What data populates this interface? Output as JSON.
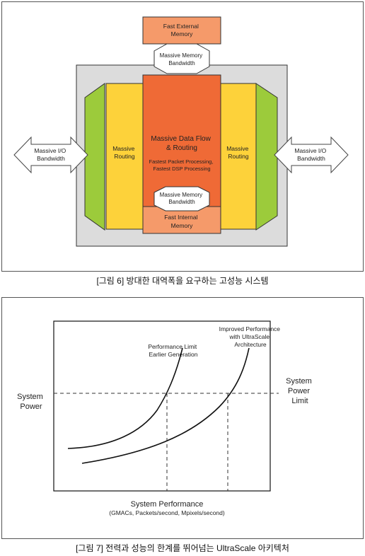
{
  "fig6": {
    "fast_external_memory": [
      "Fast External",
      "Memory"
    ],
    "massive_memory_bandwidth_top": [
      "Massive Memory",
      "Bandwidth"
    ],
    "massive_io_left": [
      "Massive I/O",
      "Bandwidth"
    ],
    "massive_io_right": [
      "Massive I/O",
      "Bandwidth"
    ],
    "routing_left": [
      "Massive",
      "Routing"
    ],
    "routing_right": [
      "Massive",
      "Routing"
    ],
    "center_title": [
      "Massive Data Flow",
      "& Routing"
    ],
    "center_sub": [
      "Fastest Packet Processing,",
      "Fastest DSP Processing"
    ],
    "massive_memory_bandwidth_inner": [
      "Massive Memory",
      "Bandwidth"
    ],
    "fast_internal_memory": [
      "Fast Internal",
      "Memory"
    ],
    "caption": "[그림 6] 방대한 대역폭을 요구하는 고성능 시스템",
    "colors": {
      "orange_light": "#f59a6a",
      "orange_dark": "#ef6a36",
      "yellow": "#fdd23a",
      "green": "#9ccb3b",
      "gray": "#dcdcdc"
    }
  },
  "fig7": {
    "y_label": [
      "System",
      "Power"
    ],
    "limit_label": [
      "System",
      "Power",
      "Limit"
    ],
    "curve1_label": [
      "Performance Limit",
      "Earlier Generation"
    ],
    "curve2_label": [
      "Improved Performance",
      "with UltraScale",
      "Architecture"
    ],
    "x_label": "System Performance",
    "x_sublabel": "(GMACs, Packets/second, Mpixels/second)",
    "caption": "[그림 7] 전력과 성능의 한계를 뛰어넘는 UltraScale 아키텍처"
  }
}
